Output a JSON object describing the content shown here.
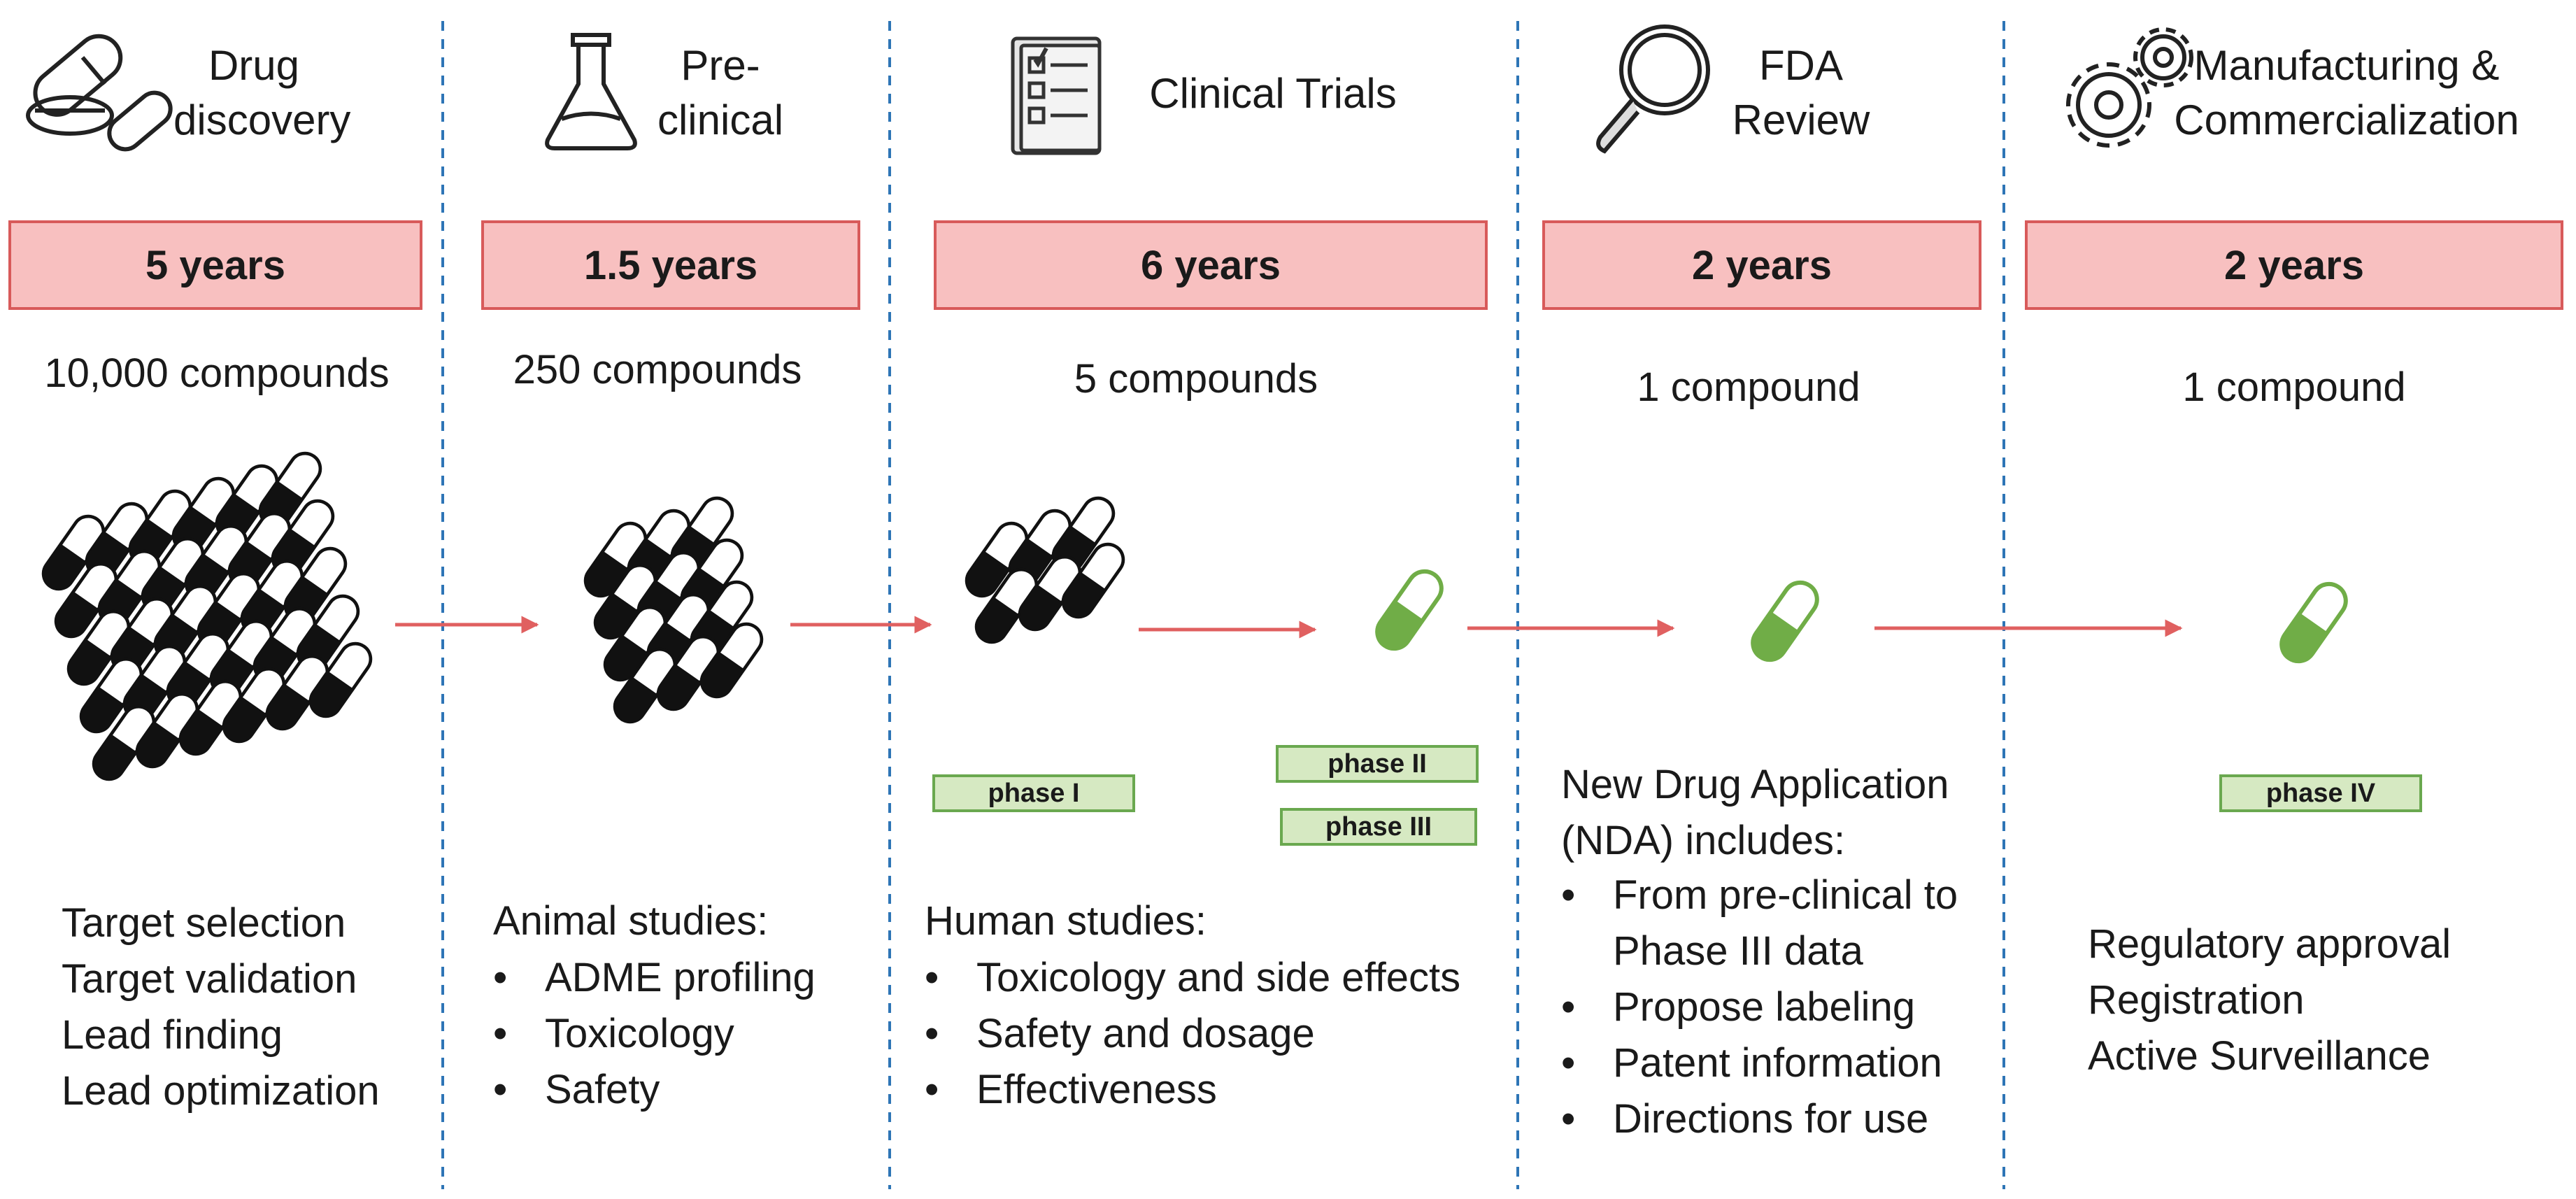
{
  "stages": [
    {
      "id": "discovery",
      "title_lines": [
        "Drug",
        "discovery"
      ],
      "icon": "pills-icon",
      "duration": "5 years",
      "compounds": "10,000 compounds",
      "activities_title": "",
      "activities": [
        "Target selection",
        "Target validation",
        "Lead finding",
        "Lead optimization"
      ]
    },
    {
      "id": "preclinical",
      "title_lines": [
        "Pre-",
        "clinical"
      ],
      "icon": "flask-icon",
      "duration": "1.5 years",
      "compounds": "250 compounds",
      "activities_title": "Animal studies:",
      "activities": [
        "ADME profiling",
        "Toxicology",
        "Safety"
      ]
    },
    {
      "id": "clinical",
      "title_lines": [
        "Clinical Trials"
      ],
      "icon": "clipboard-checklist-icon",
      "duration": "6 years",
      "compounds": "5 compounds",
      "activities_title": "Human studies:",
      "activities": [
        "Toxicology and side effects",
        "Safety and dosage",
        "Effectiveness"
      ]
    },
    {
      "id": "fda",
      "title_lines": [
        "FDA",
        "Review"
      ],
      "icon": "magnifier-icon",
      "duration": "2 years",
      "compounds": "1 compound",
      "activities_title_lines": [
        "New Drug Application",
        "(NDA) includes:"
      ],
      "activities": [
        "From pre-clinical to",
        "Phase III data",
        "Propose labeling",
        "Patent information",
        "Directions for use"
      ]
    },
    {
      "id": "manufacturing",
      "title_lines": [
        "Manufacturing &",
        "Commercialization"
      ],
      "icon": "gears-icon",
      "duration": "2 years",
      "compounds": "1 compound",
      "activities_title": "",
      "activities": [
        "Regulatory approval",
        "Registration",
        "Active Surveillance"
      ]
    }
  ],
  "phases": {
    "p1": "phase I",
    "p2": "phase II",
    "p3": "phase III",
    "p4": "phase IV"
  },
  "colors": {
    "duration_fill": "#f8c0c0",
    "duration_border": "#d85a5a",
    "phase_fill": "#d6e9c2",
    "phase_border": "#6aa84f",
    "arrow": "#e06060",
    "divider": "#2e75b6",
    "capsule_green": "#70ad47"
  }
}
